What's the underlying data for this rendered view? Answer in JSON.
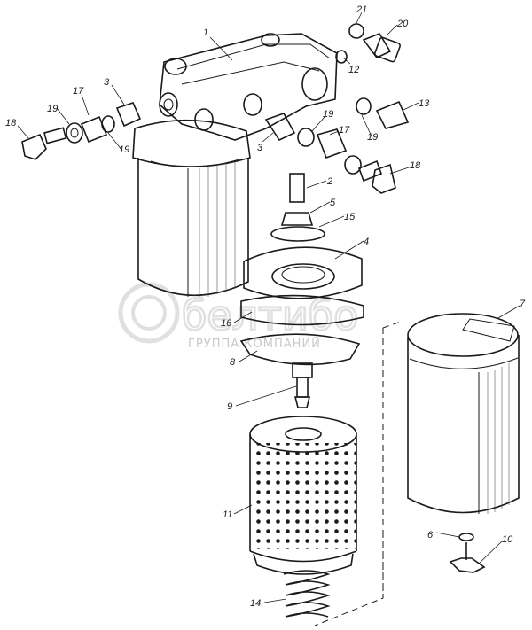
{
  "diagram": {
    "callouts": [
      "1",
      "2",
      "3",
      "3",
      "4",
      "5",
      "6",
      "7",
      "8",
      "9",
      "10",
      "11",
      "12",
      "13",
      "14",
      "15",
      "16",
      "17",
      "17",
      "18",
      "18",
      "19",
      "19",
      "19",
      "19",
      "20",
      "21"
    ],
    "watermark": {
      "logo_text": "белтибо",
      "subtitle": "ГРУППА КОМПАНИЙ"
    }
  }
}
